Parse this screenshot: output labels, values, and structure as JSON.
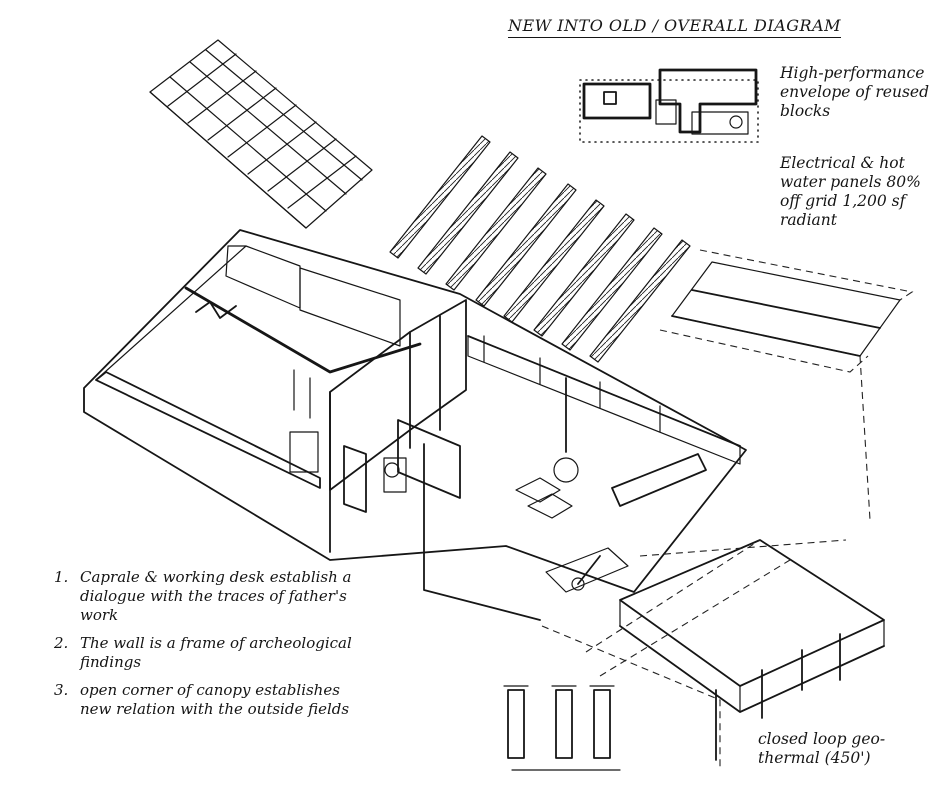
{
  "title": "NEW INTO OLD / OVERALL DIAGRAM",
  "notes": {
    "envelope": "High-performance envelope of reused blocks",
    "energy": "Electrical & hot water panels 80% off grid 1,200 sf radiant",
    "geothermal": "closed loop geo-thermal (450')"
  },
  "numbered_notes": [
    {
      "num": "1.",
      "text": "Caprale & working desk establish a dialogue with the traces of father's work"
    },
    {
      "num": "2.",
      "text": "The wall is a frame of archeological findings"
    },
    {
      "num": "3.",
      "text": "open corner of canopy establishes new relation with the outside fields"
    }
  ]
}
